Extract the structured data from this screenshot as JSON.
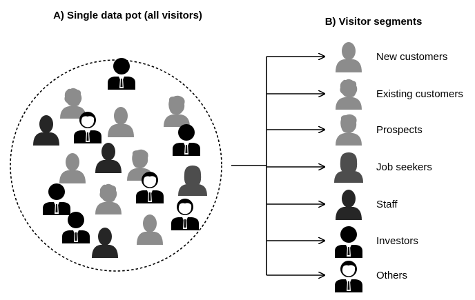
{
  "panel_a": {
    "title": "A) Single data pot (all visitors)"
  },
  "panel_b": {
    "title": "B) Visitor segments",
    "segments": [
      {
        "label": "New customers",
        "icon": "person-short-hair-icon",
        "color": "#8c8c8c"
      },
      {
        "label": "Existing customers",
        "icon": "person-curly-hair-icon",
        "color": "#8c8c8c"
      },
      {
        "label": "Prospects",
        "icon": "person-wavy-hair-icon",
        "color": "#8c8c8c"
      },
      {
        "label": "Job seekers",
        "icon": "person-long-hair-icon",
        "color": "#4d4d4d"
      },
      {
        "label": "Staff",
        "icon": "person-short-hair-icon",
        "color": "#262626"
      },
      {
        "label": "Investors",
        "icon": "businessman-tie-icon",
        "color": "#000000"
      },
      {
        "label": "Others",
        "icon": "businessman-face-icon",
        "color": "#000000"
      }
    ]
  },
  "colors": {
    "stroke": "#000000",
    "light_gray": "#8c8c8c",
    "dark_gray": "#4d4d4d",
    "near_black": "#262626",
    "black": "#000000"
  }
}
